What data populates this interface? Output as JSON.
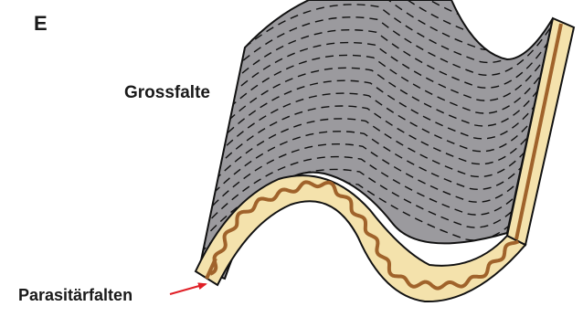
{
  "panel_letter": "E",
  "labels": {
    "grossfalte": "Grossfalte",
    "parasitaerfalten": "Parasitärfalten"
  },
  "colors": {
    "slab_fill": "#9b9a9e",
    "cleavage_dash": "#111111",
    "layer_fill": "#f4e2ac",
    "layer_band": "#a0632b",
    "outline": "#111111",
    "arrow": "#e01f26",
    "text": "#1a1a1a"
  }
}
